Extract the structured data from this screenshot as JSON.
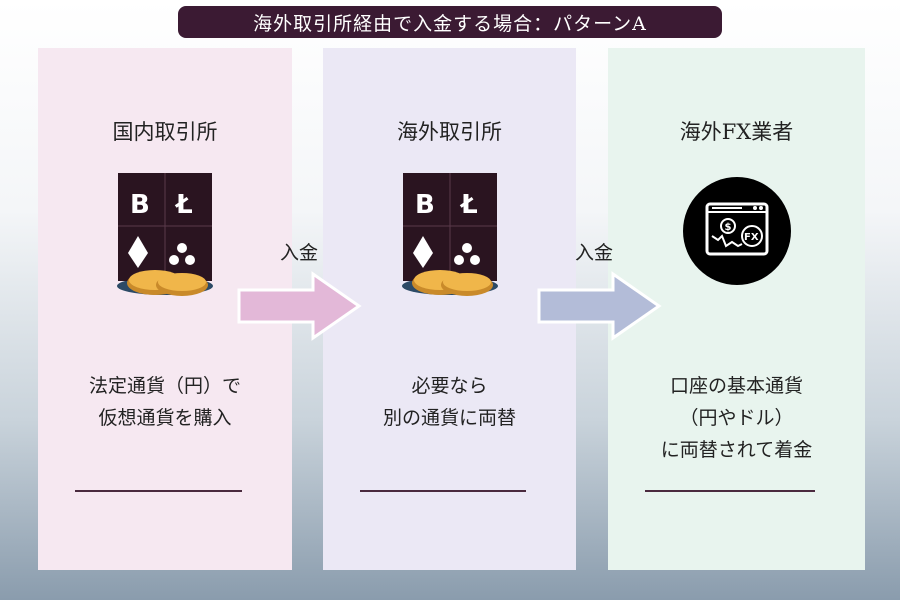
{
  "title": "海外取引所経由で入金する場合：パターンA",
  "steps": [
    {
      "heading": "国内取引所",
      "desc": [
        "法定通貨（円）で",
        "仮想通貨を購入"
      ],
      "icon": "crypto-exchange-icon",
      "bg": "#f6e8f1"
    },
    {
      "heading": "海外取引所",
      "desc": [
        "必要なら",
        "別の通貨に両替"
      ],
      "icon": "crypto-exchange-icon",
      "bg": "#ebe8f5"
    },
    {
      "heading": "海外FX業者",
      "desc": [
        "口座の基本通貨",
        "（円やドル）",
        "に両替されて着金"
      ],
      "icon": "fx-chart-icon",
      "bg": "#e8f4ee"
    }
  ],
  "arrows": [
    {
      "label": "入金",
      "color": "#e3b8d8"
    },
    {
      "label": "入金",
      "color": "#b3bcd8"
    }
  ]
}
